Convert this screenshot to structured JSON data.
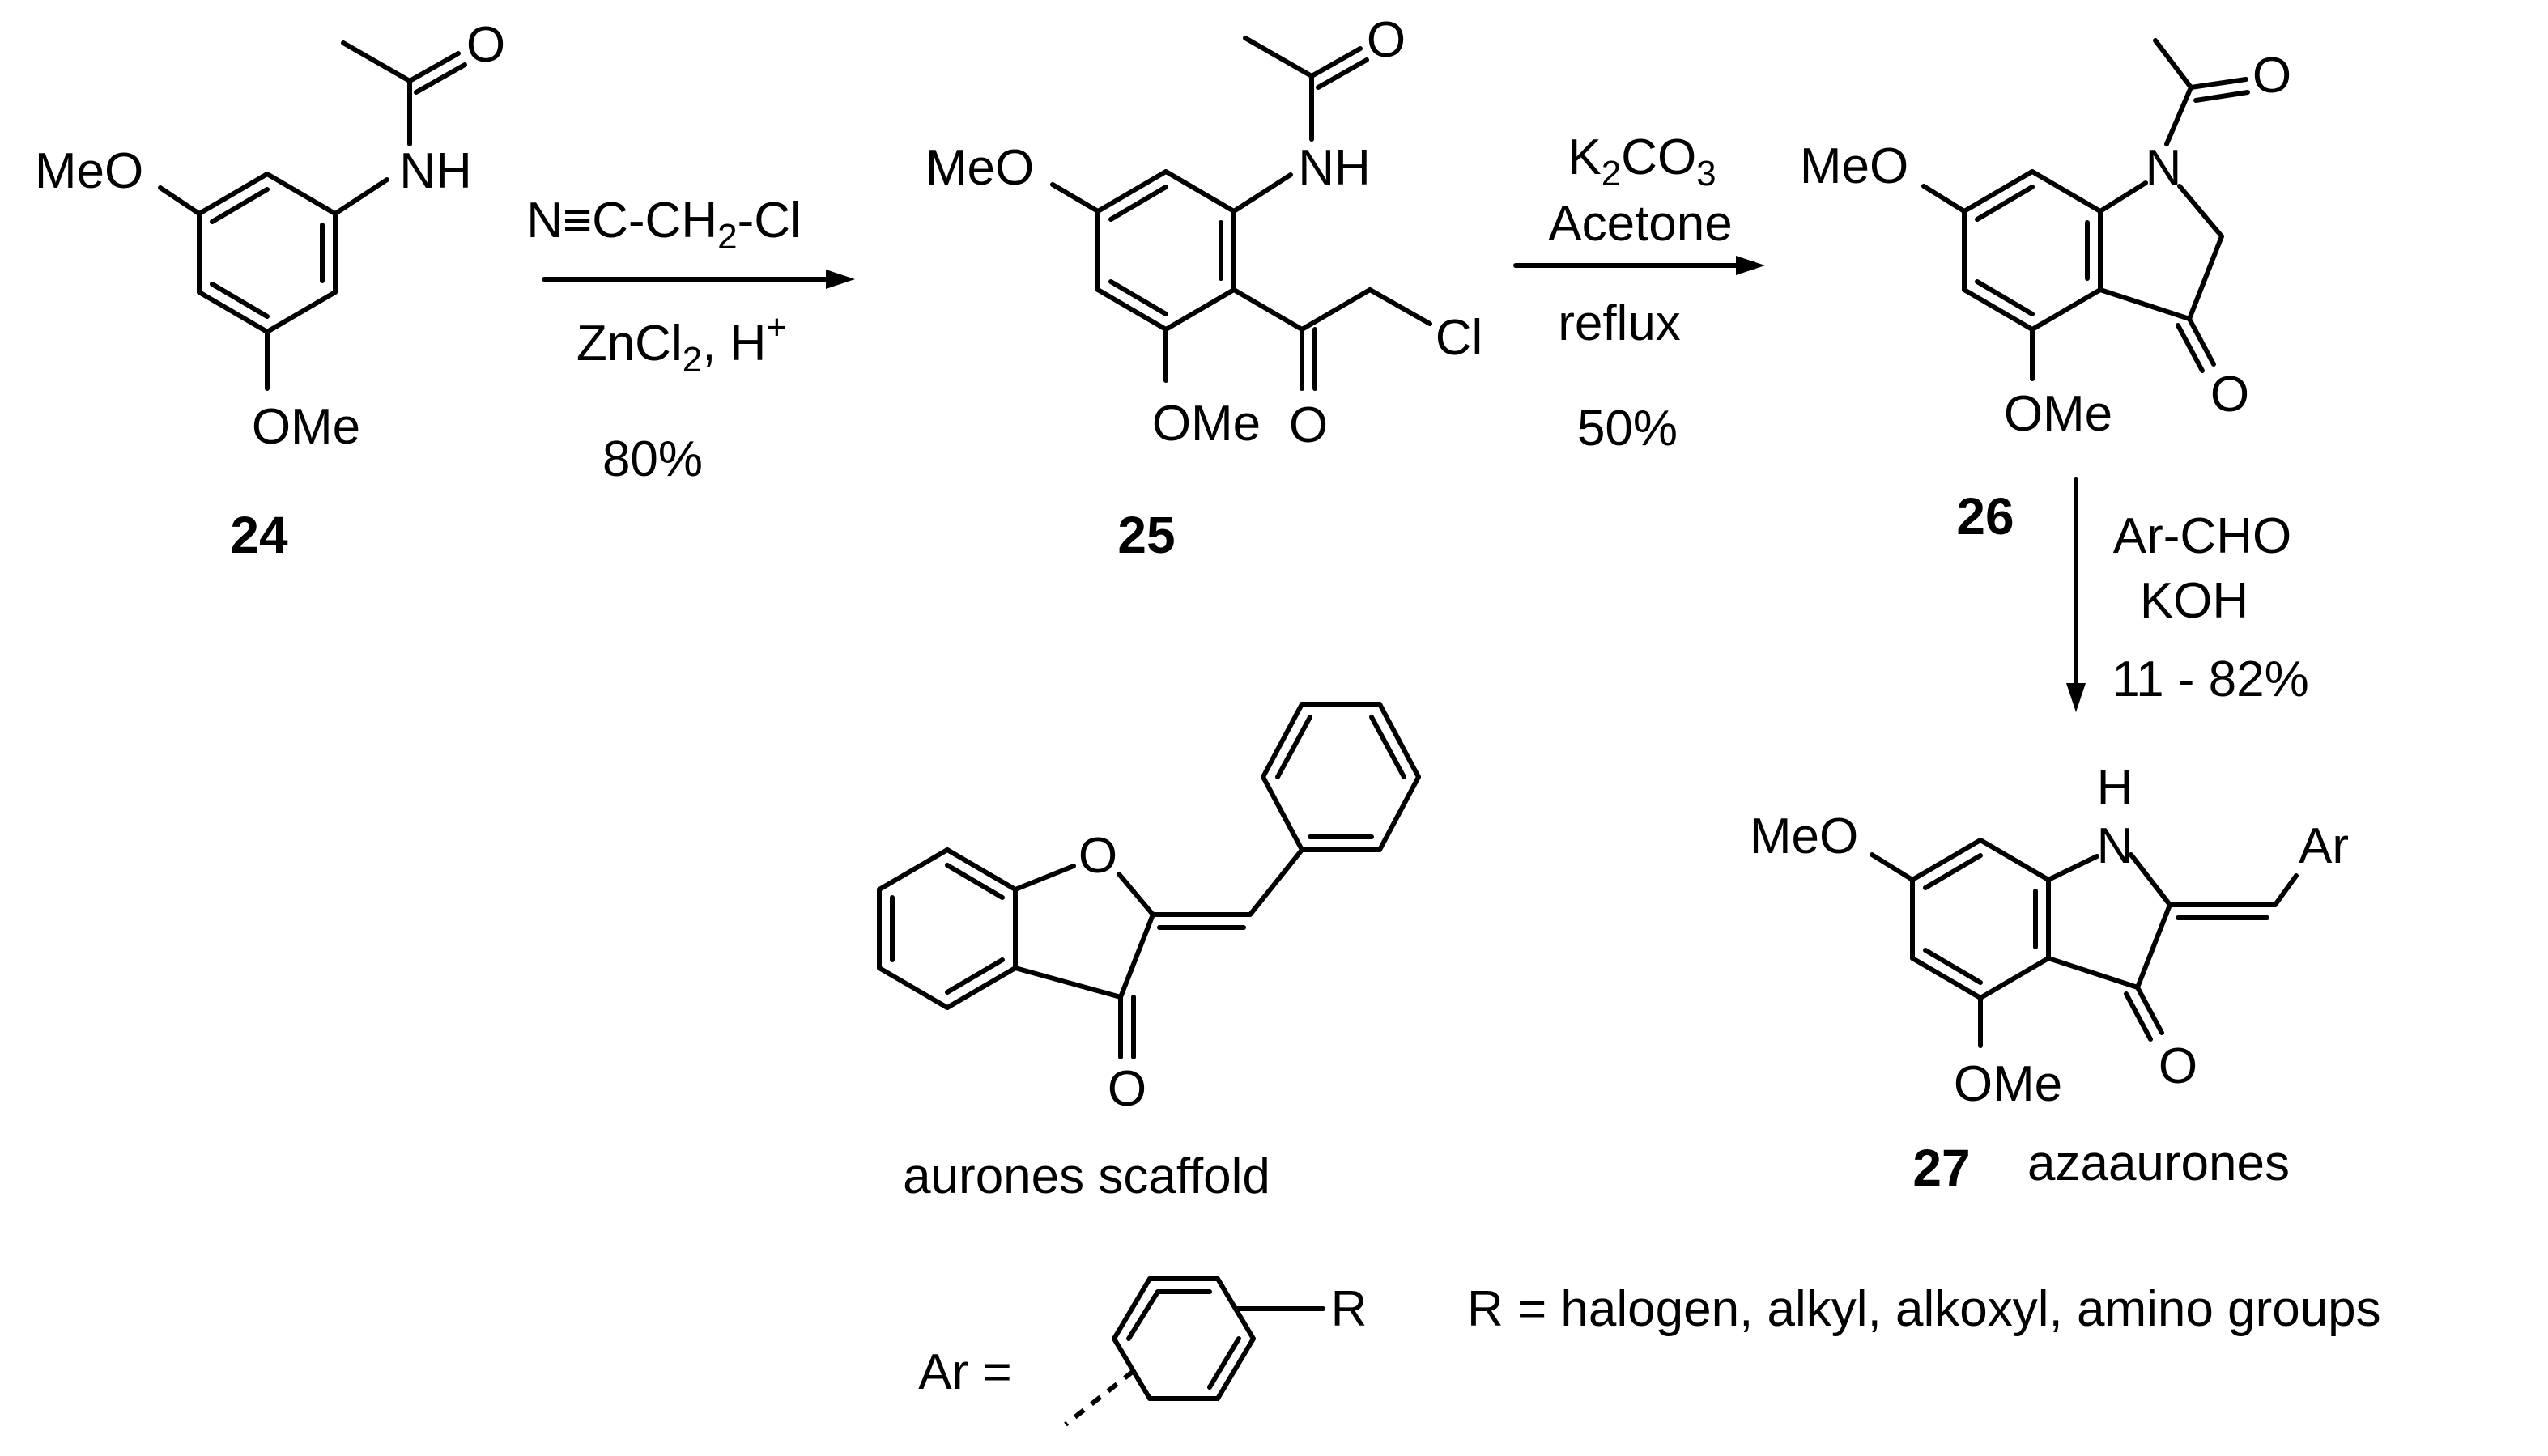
{
  "compounds": {
    "c24": {
      "number": "24",
      "meo": "MeO",
      "nh": "NH",
      "o": "O",
      "ome": "OMe"
    },
    "c25": {
      "number": "25",
      "meo": "MeO",
      "nh": "NH",
      "o": "O",
      "ome": "OMe",
      "ketone_o": "O",
      "cl": "Cl"
    },
    "c26": {
      "number": "26",
      "meo": "MeO",
      "n": "N",
      "o": "O",
      "ome": "OMe",
      "ketone_o": "O"
    },
    "c27": {
      "number": "27",
      "name": "azaaurones",
      "meo": "MeO",
      "h": "H",
      "n": "N",
      "ar": "Ar",
      "ome": "OMe",
      "ketone_o": "O"
    },
    "aurone": {
      "name": "aurones scaffold",
      "o_ring": "O",
      "ketone_o": "O"
    }
  },
  "steps": {
    "step1": {
      "reagent_a": "N≡C-CH",
      "reagent_a_sub": "2",
      "reagent_a_tail": "-Cl",
      "reagent_b": "ZnCl",
      "reagent_b_sub": "2",
      "reagent_b_tail": ", H",
      "reagent_b_sup": "+",
      "yield": "80%"
    },
    "step2": {
      "reagent_a": "K",
      "reagent_a_sub1": "2",
      "reagent_a_mid": "CO",
      "reagent_a_sub2": "3",
      "reagent_b": "Acetone",
      "reagent_c": "reflux",
      "yield": "50%"
    },
    "step3": {
      "reagent_a": "Ar-CHO",
      "reagent_b": "KOH",
      "yield": "11 - 82%"
    }
  },
  "ar_definition": {
    "ar_label": "Ar =",
    "r_label": "R",
    "r_definition": "R = halogen, alkyl, alkoxyl, amino groups"
  }
}
